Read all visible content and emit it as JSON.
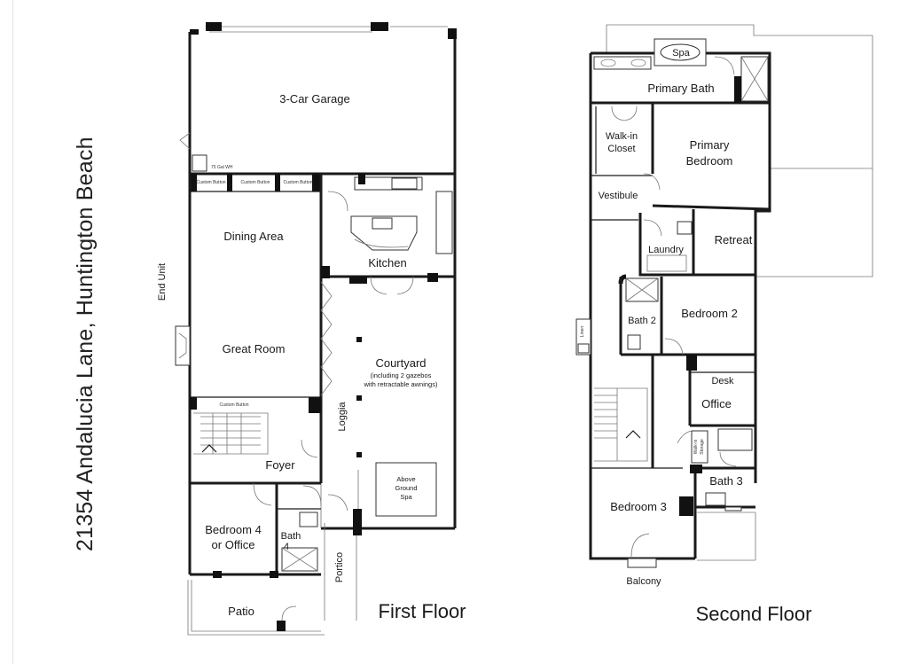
{
  "address": "21354 Andalucia Lane, Huntington Beach",
  "first_floor": {
    "title": "First Floor",
    "rooms": {
      "garage": "3-Car Garage",
      "water_heater": "75 Gal WH",
      "custom_button": "Custom Button",
      "dining": "Dining Area",
      "kitchen": "Kitchen",
      "great_room": "Great Room",
      "end_unit": "End Unit",
      "courtyard": "Courtyard",
      "courtyard_note_1": "(including 2 gazebos",
      "courtyard_note_2": "with retractable awnings)",
      "loggia": "Loggia",
      "foyer": "Foyer",
      "spa_1": "Above",
      "spa_2": "Ground",
      "spa_3": "Spa",
      "bedroom4_1": "Bedroom 4",
      "bedroom4_2": "or Office",
      "bath4_1": "Bath",
      "bath4_2": "4",
      "portico": "Portico",
      "patio": "Patio"
    }
  },
  "second_floor": {
    "title": "Second Floor",
    "rooms": {
      "spa": "Spa",
      "primary_bath": "Primary Bath",
      "walkin_1": "Walk-in",
      "walkin_2": "Closet",
      "primary_bed_1": "Primary",
      "primary_bed_2": "Bedroom",
      "vestibule": "Vestibule",
      "laundry": "Laundry",
      "retreat": "Retreat",
      "bath2": "Bath 2",
      "bedroom2": "Bedroom 2",
      "linen": "Linen",
      "desk": "Desk",
      "office": "Office",
      "walkin_storage_1": "Walk-in",
      "walkin_storage_2": "Storage",
      "bath3": "Bath 3",
      "bedroom3": "Bedroom 3",
      "balcony": "Balcony"
    }
  }
}
